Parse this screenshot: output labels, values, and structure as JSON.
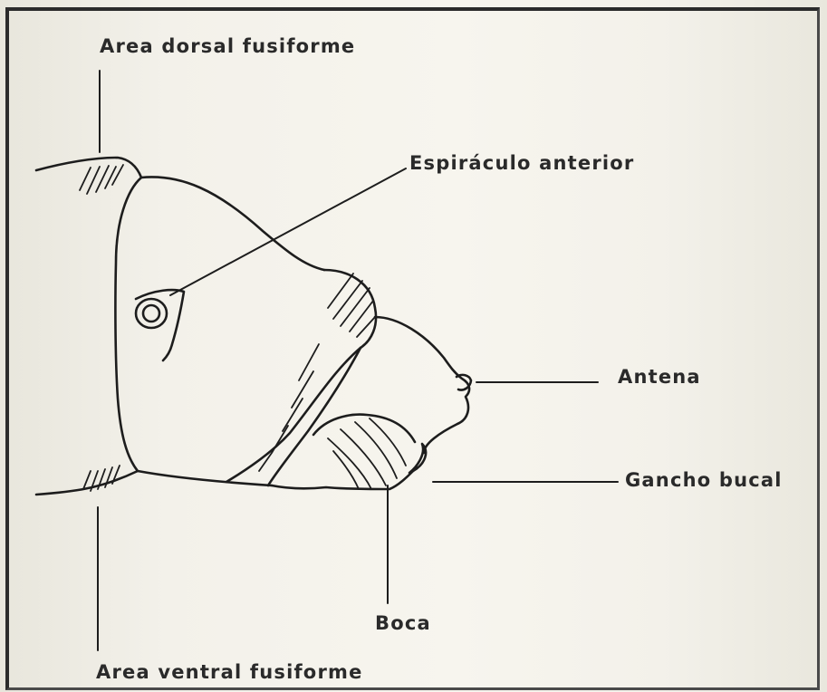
{
  "labels": {
    "area_dorsal": "Area dorsal fusiforme",
    "espiraculo": "Espiráculo anterior",
    "antena": "Antena",
    "gancho": "Gancho bucal",
    "boca": "Boca",
    "area_ventral": "Area ventral fusiforme"
  }
}
